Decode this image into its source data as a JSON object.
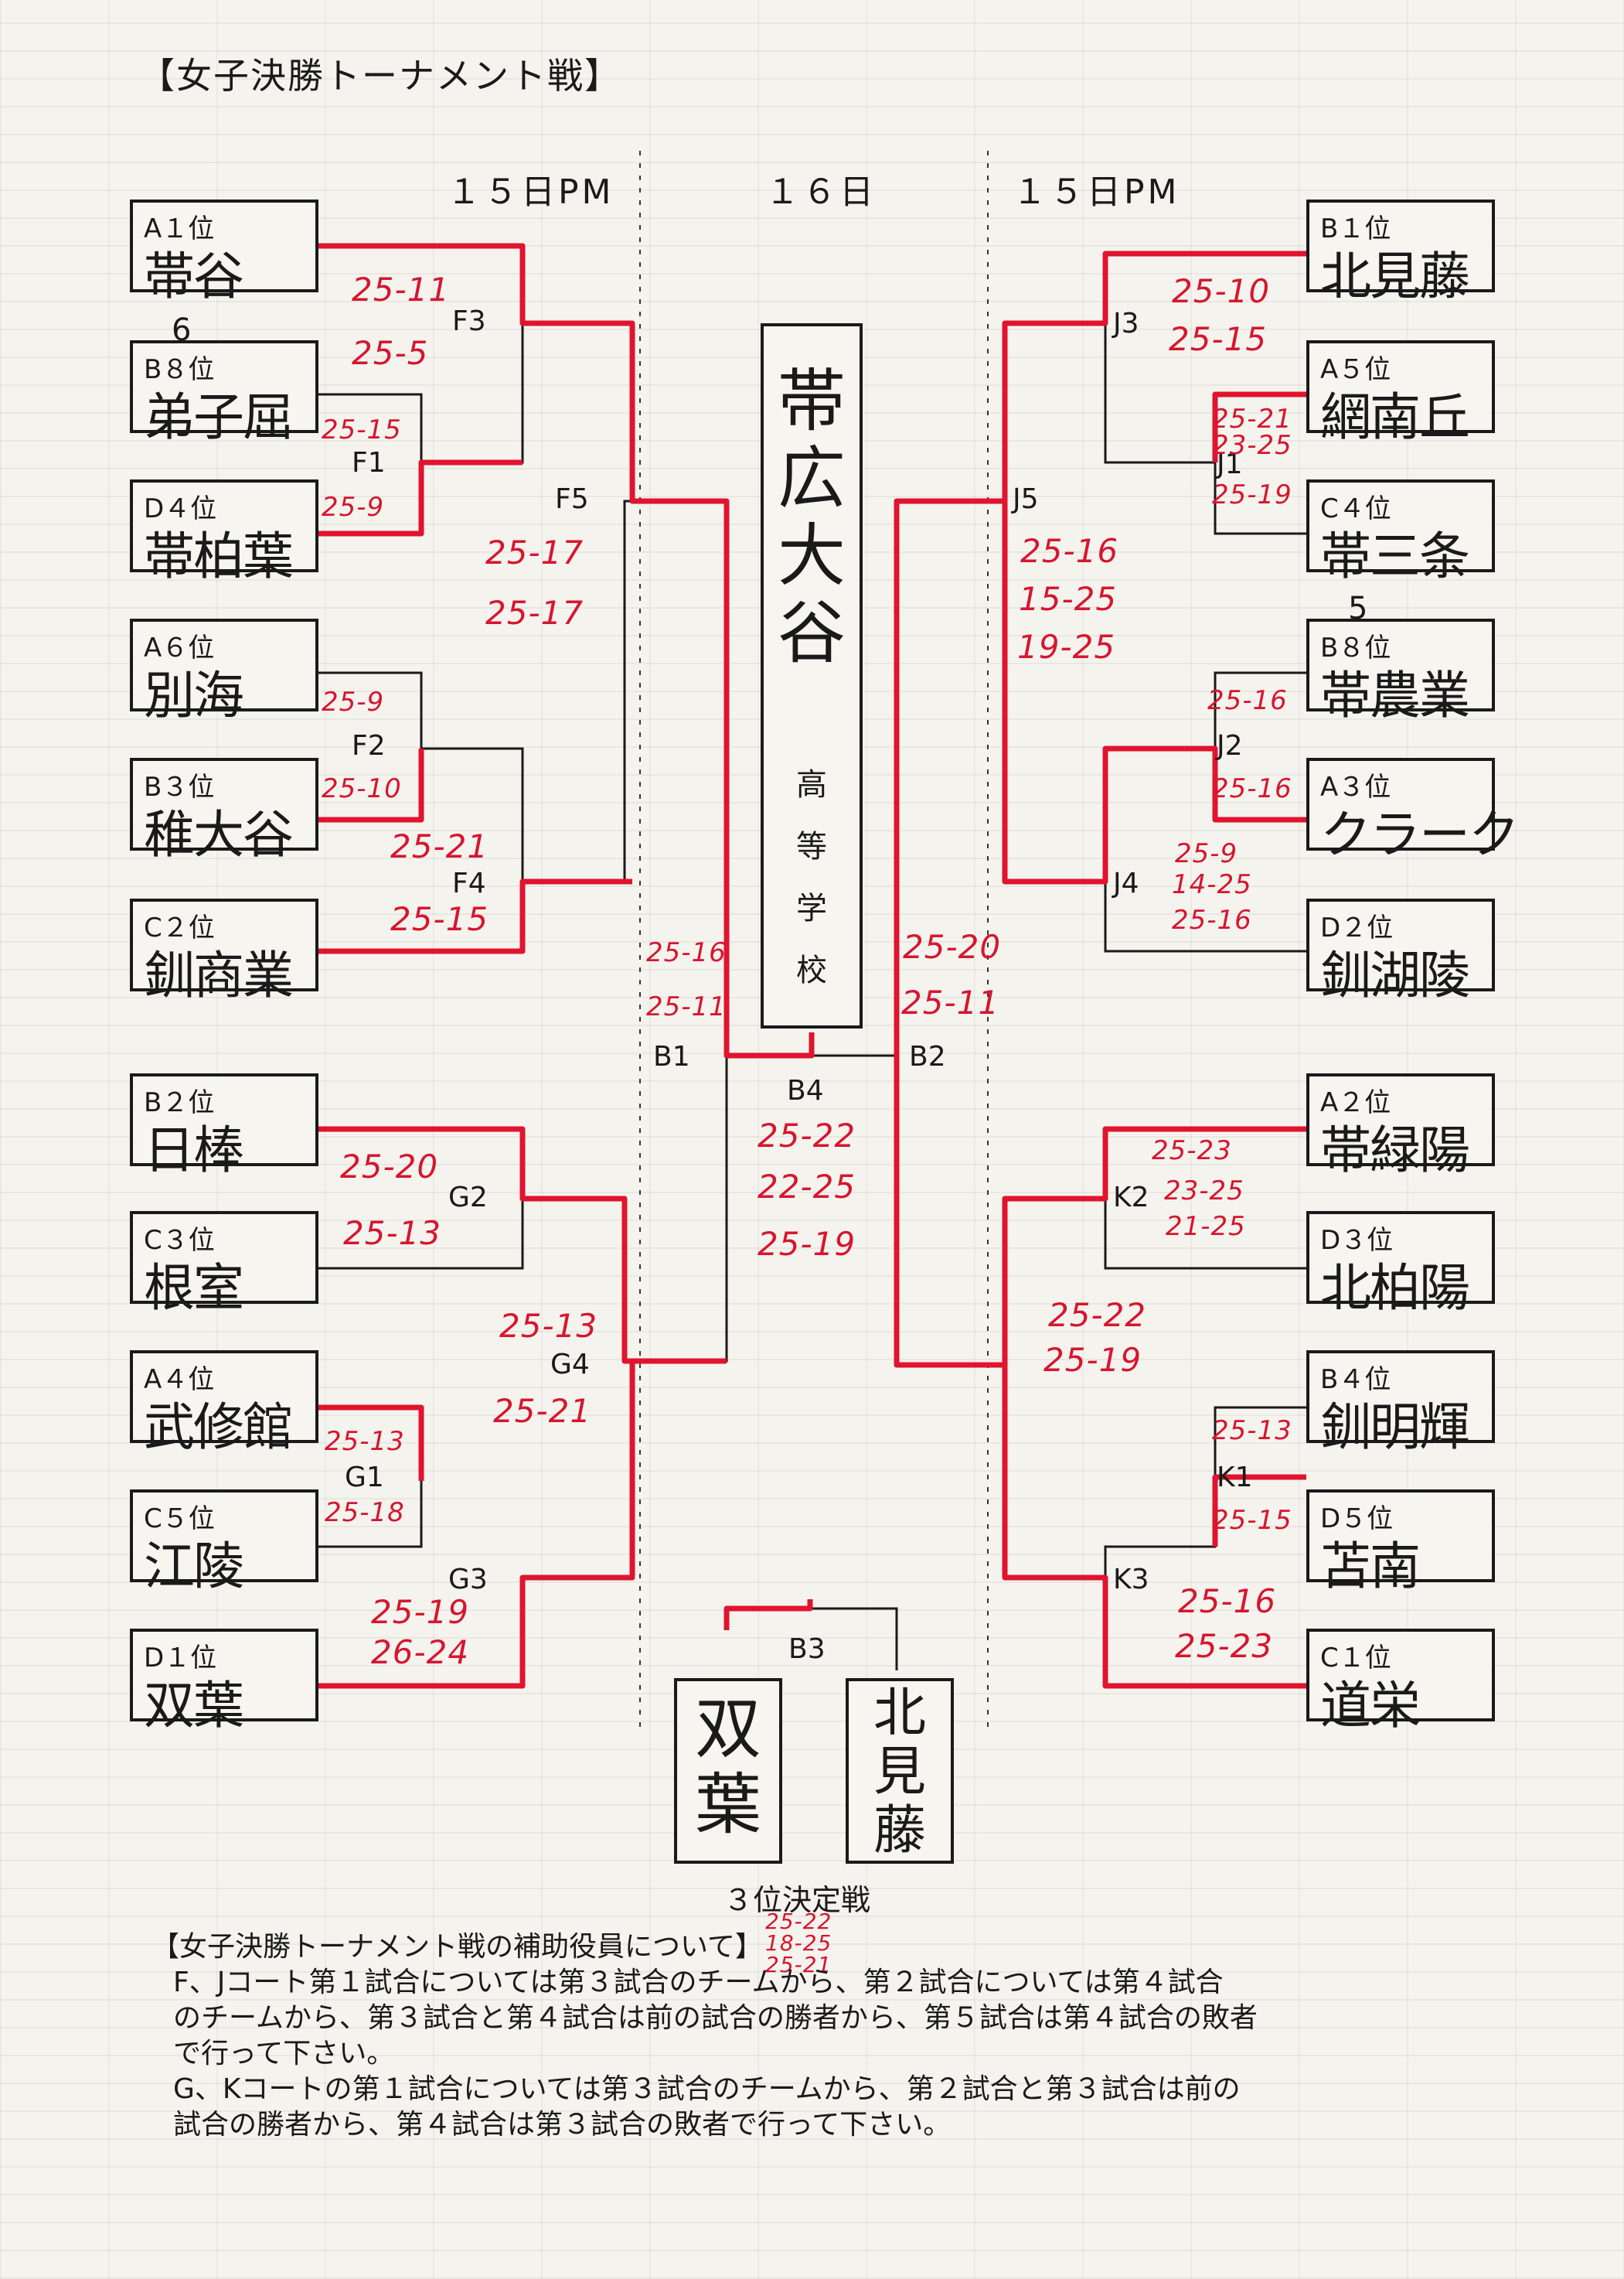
{
  "title": "【女子決勝トーナメント戦】",
  "days": {
    "left": "１５日PM",
    "center": "１６日",
    "right": "１５日PM"
  },
  "champion": {
    "name_chars": [
      "帯",
      "広",
      "大",
      "谷"
    ],
    "suffix_chars": [
      "高",
      "等",
      "学",
      "校"
    ]
  },
  "left_teams": [
    {
      "seed": "A１位",
      "name": "帯谷"
    },
    {
      "seed": "B８位",
      "seed_correction": "6",
      "name": "弟子屈"
    },
    {
      "seed": "D４位",
      "name": "帯柏葉"
    },
    {
      "seed": "A６位",
      "name": "別海"
    },
    {
      "seed": "B３位",
      "name": "稚大谷"
    },
    {
      "seed": "C２位",
      "name": "釧商業"
    },
    {
      "seed": "B２位",
      "name": "日棒"
    },
    {
      "seed": "C３位",
      "name": "根室"
    },
    {
      "seed": "A４位",
      "name": "武修館"
    },
    {
      "seed": "C５位",
      "name": "江陵"
    },
    {
      "seed": "D１位",
      "name": "双葉"
    }
  ],
  "right_teams": [
    {
      "seed": "B１位",
      "name": "北見藤"
    },
    {
      "seed": "A５位",
      "name": "網南丘"
    },
    {
      "seed": "C４位",
      "name": "帯三条"
    },
    {
      "seed": "B８位",
      "seed_correction": "5",
      "name": "帯農業"
    },
    {
      "seed": "A３位",
      "name": "クラーク"
    },
    {
      "seed": "D２位",
      "name": "釧湖陵"
    },
    {
      "seed": "A２位",
      "name": "帯緑陽"
    },
    {
      "seed": "D３位",
      "name": "北柏陽"
    },
    {
      "seed": "B４位",
      "name": "釧明輝"
    },
    {
      "seed": "D５位",
      "name": "苫南"
    },
    {
      "seed": "C１位",
      "name": "道栄"
    }
  ],
  "matches": {
    "F1": {
      "label": "F1",
      "scores": [
        "25-15",
        "25-9"
      ]
    },
    "F2": {
      "label": "F2",
      "scores": [
        "25-9",
        "25-10"
      ]
    },
    "F3": {
      "label": "F3",
      "scores": [
        "25-11",
        "25-5"
      ]
    },
    "F4": {
      "label": "F4",
      "scores": [
        "25-21",
        "25-15"
      ]
    },
    "F5": {
      "label": "F5",
      "scores": [
        "25-17",
        "25-17"
      ]
    },
    "G1": {
      "label": "G1",
      "scores": [
        "25-13",
        "25-18"
      ]
    },
    "G2": {
      "label": "G2",
      "scores": [
        "25-20",
        "25-13"
      ]
    },
    "G3": {
      "label": "G3",
      "scores": [
        "25-19",
        "26-24"
      ]
    },
    "G4": {
      "label": "G4",
      "scores": [
        "25-13",
        "25-21"
      ]
    },
    "B1": {
      "label": "B1",
      "scores": [
        "25-16",
        "25-11"
      ]
    },
    "B2": {
      "label": "B2",
      "scores": [
        "25-20",
        "25-11"
      ]
    },
    "B3": {
      "label": "B3"
    },
    "B4": {
      "label": "B4",
      "scores": [
        "25-22",
        "22-25",
        "25-19"
      ]
    },
    "J1": {
      "label": "J1",
      "scores": [
        "25-21",
        "23-25",
        "25-19"
      ]
    },
    "J2": {
      "label": "J2",
      "scores": [
        "25-16",
        "25-16"
      ]
    },
    "J3": {
      "label": "J3",
      "scores": [
        "25-10",
        "25-15"
      ]
    },
    "J4": {
      "label": "J4",
      "scores": [
        "25-9",
        "14-25",
        "25-16"
      ]
    },
    "J5": {
      "label": "J5",
      "scores": [
        "25-16",
        "15-25",
        "19-25"
      ]
    },
    "K1": {
      "label": "K1",
      "scores": [
        "25-13",
        "25-15"
      ]
    },
    "K2": {
      "label": "K2",
      "scores": [
        "25-23",
        "23-25",
        "21-25"
      ]
    },
    "K3": {
      "label": "K3",
      "scores": [
        "25-16",
        "25-23"
      ]
    },
    "K4": {
      "scores": [
        "25-22",
        "25-19"
      ]
    }
  },
  "third_place": {
    "title": "３位決定戦",
    "teams": [
      {
        "name_chars": [
          "双",
          "葉"
        ]
      },
      {
        "name_chars": [
          "北",
          "見",
          "藤"
        ]
      }
    ],
    "scores": [
      "25-22",
      "18-25",
      "25-21"
    ]
  },
  "notes": {
    "heading": "【女子決勝トーナメント戦の補助役員について】",
    "lines": [
      "F、Jコート第１試合については第３試合のチームから、第２試合については第４試合",
      "のチームから、第３試合と第４試合は前の試合の勝者から、第５試合は第４試合の敗者",
      "で行って下さい。",
      "G、Kコートの第１試合については第３試合のチームから、第２試合と第３試合は前の",
      "試合の勝者から、第４試合は第３試合の敗者で行って下さい。"
    ]
  },
  "colors": {
    "win_line": "#e0142e",
    "line": "#1a1a1a",
    "score_ink": "#d6162f"
  }
}
